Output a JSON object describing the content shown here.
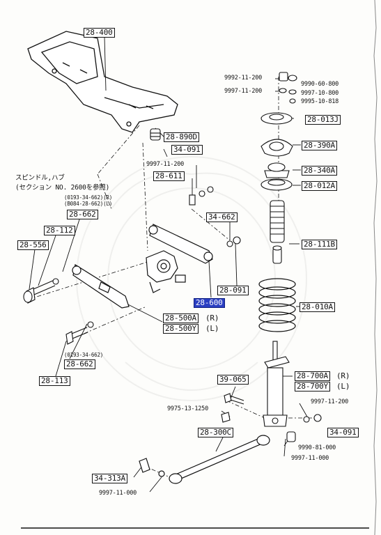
{
  "note": {
    "line1": "スピンドル,ハブ",
    "line2": "(セクション NO. 2600を参照)"
  },
  "labels": {
    "crossmember": "28-400",
    "bolt_9992": "9992-11-200",
    "nut_9990_60": "9990-60-800",
    "washer_9997_800": "9997-11-200",
    "washer_9997_10": "9997-10-800",
    "nut_9995": "9995-10-818",
    "mount_28013": "28-013J",
    "bushing_28890": "28-890D",
    "nut_34091_top": "34-091",
    "bolt_9997_200": "9997-11-200",
    "bolt_28611": "28-611",
    "seat_28390": "28-390A",
    "seat_28340": "28-340A",
    "spring_seat_28012": "28-012A",
    "bumper_28111": "28-111B",
    "spring_28010": "28-010A",
    "arm_28662_top": "28-662",
    "serial_top_r": "(0193-34-662)(R)",
    "serial_top_l": "(B084-28-662)(L)",
    "bolt_28112": "28-112",
    "bolt_28556": "28-556",
    "nut_34662": "34-662",
    "nut_28091": "28-091",
    "link_28600": "28-600",
    "arm_28500a": "28-500A",
    "arm_28500a_side": "(R)",
    "arm_28500y": "28-500Y",
    "arm_28500y_side": "(L)",
    "serial_bottom": "(0193-34-662)",
    "arm_28662_bottom": "28-662",
    "bolt_28113": "28-113",
    "bolt_39065": "39-065",
    "shock_28700a": "28-700A",
    "shock_28700a_side": "(R)",
    "shock_28700y": "28-700Y",
    "shock_28700y_side": "(L)",
    "bolt_9975": "9975-13-1250",
    "washer_9997_200b": "9997-11-200",
    "nut_34091_bottom": "34-091",
    "lateral_28300c": "28-300C",
    "nut_9990_81": "9990-81-000",
    "washer_9997_000": "9997-11-000",
    "bolt_34313a": "34-313A",
    "washer_9997_000b": "9997-11-000"
  },
  "colors": {
    "highlight": "#2b3fc2",
    "ink": "#111111"
  }
}
